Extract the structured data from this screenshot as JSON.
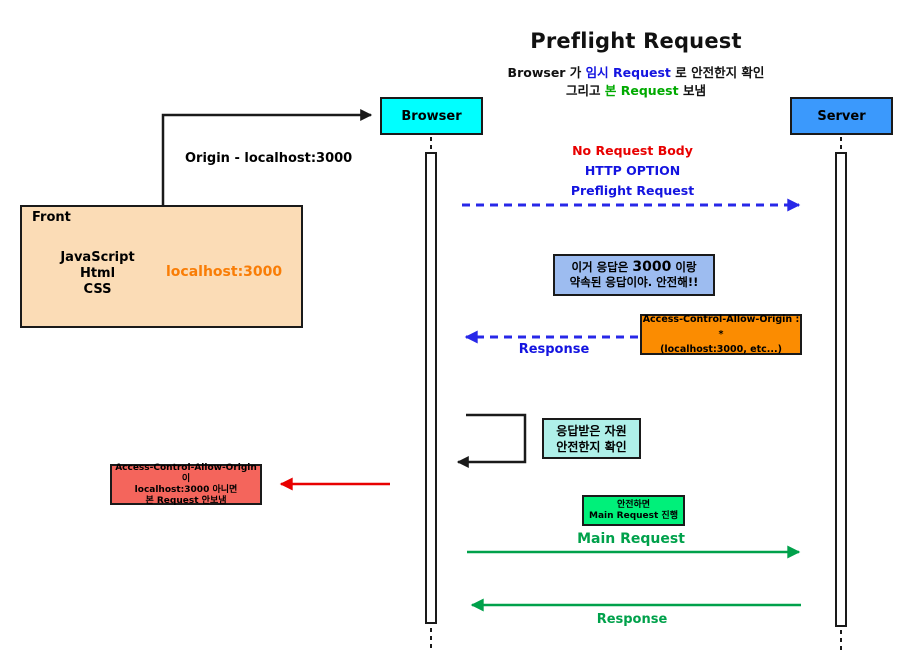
{
  "title": "Preflight Request",
  "subtitle": {
    "line1_pre": "Browser 가 ",
    "line1_highlight": "임시 Request",
    "line1_post": " 로 안전한지 확인",
    "line2_pre": "그리고 ",
    "line2_highlight": "본 Request",
    "line2_post": " 보냄"
  },
  "actors": {
    "browser": "Browser",
    "server": "Server"
  },
  "front_box": {
    "tab": "Front",
    "lines": [
      "JavaScript",
      "Html",
      "CSS"
    ],
    "origin": "localhost:3000"
  },
  "origin_label": "Origin - localhost:3000",
  "preflight": {
    "no_body": "No Request Body",
    "http_option": "HTTP OPTION",
    "label": "Preflight Request",
    "response_label": "Response"
  },
  "notes": {
    "promise": {
      "line1_pre": "이거 응답은 ",
      "line1_em": "3000",
      "line1_post": " 이랑",
      "line2": "약속된 응답이야. 안전해!!"
    },
    "acao": {
      "line1": "Access-Control-Allow-Origin : *",
      "line2": "(localhost:3000, etc...)"
    },
    "check": {
      "line1": "응답받은 자원",
      "line2": "안전한지 확인"
    },
    "deny": {
      "line1": "Access-Control-Allow-Origin 이",
      "line2": "localhost:3000 아니면",
      "line3": "본 Request 안보냄"
    },
    "allow": {
      "line1": "안전하면",
      "line2": "Main Request 진행"
    }
  },
  "main_flow": {
    "main_request_label": "Main Request",
    "response_label": "Response"
  },
  "colors": {
    "accent_blue": "#1414e0",
    "accent_red": "#e80000",
    "accent_green": "#00a14b",
    "subtitle_green": "#00aa00",
    "browser_fill": "#00ffff",
    "server_fill": "#3b99fc",
    "front_fill": "#fbdcb6",
    "front_tab_fill": "#f97d06",
    "origin_text_color": "#f97d06",
    "promise_fill": "#9dbcf0",
    "acao_fill": "#fb8c01",
    "check_fill": "#aff0e9",
    "deny_fill": "#f4655c",
    "allow_fill": "#00f07a"
  }
}
